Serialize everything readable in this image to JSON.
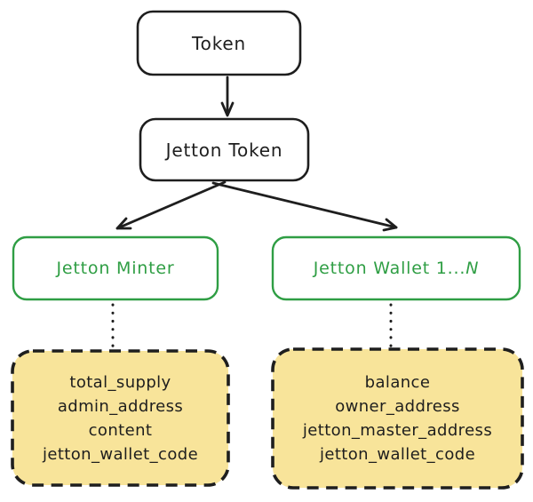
{
  "colors": {
    "stroke_dark": "#1e1e1e",
    "green": "#2f9e44",
    "yellow_fill": "#f8e49a",
    "background": "#ffffff"
  },
  "nodes": {
    "token": {
      "label": "Token"
    },
    "jetton_token": {
      "label": "Jetton Token"
    },
    "jetton_minter": {
      "label": "Jetton Minter"
    },
    "jetton_wallet": {
      "label_prefix": "Jetton Wallet 1...",
      "label_suffix": "N"
    },
    "minter_storage": {
      "lines": [
        "total_supply",
        "admin_address",
        "content",
        "jetton_wallet_code"
      ]
    },
    "wallet_storage": {
      "lines": [
        "balance",
        "owner_address",
        "jetton_master_address",
        "jetton_wallet_code"
      ]
    }
  }
}
